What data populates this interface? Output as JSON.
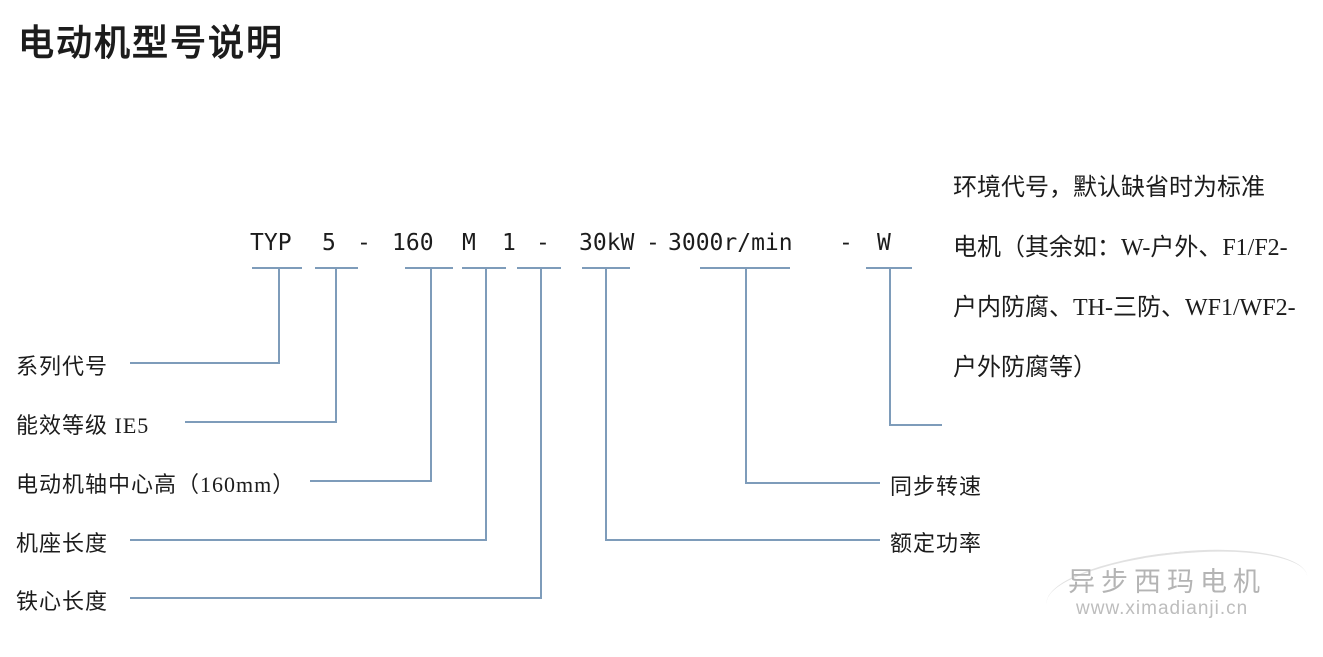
{
  "title": "电动机型号说明",
  "code": {
    "series": "TYP",
    "efficiency_level": "5",
    "dash1": "-",
    "shaft_height": "160",
    "frame_length": "M",
    "core_length": "1",
    "dash2": "-",
    "rated_power": "30kW",
    "dash3": "-",
    "sync_speed": "3000r/min",
    "dash4": "-",
    "environment_code": "W"
  },
  "left_labels": {
    "series": "系列代号",
    "efficiency": "能效等级 IE5",
    "shaft_height": "电动机轴中心高（160mm）",
    "frame_length": "机座长度",
    "core_length": "铁心长度"
  },
  "right_labels": {
    "sync_speed": "同步转速",
    "rated_power": "额定功率"
  },
  "environment_note": {
    "line1": "环境代号，默认缺省时为标准",
    "line2": "电机（其余如：W-户外、F1/F2-",
    "line3": "户内防腐、TH-三防、WF1/WF2-",
    "line4": "户外防腐等）"
  },
  "watermark": {
    "name": "异步西玛电机",
    "url": "www.ximadianji.cn"
  },
  "colors": {
    "connector_line": "#7e9cba",
    "text": "#1c1c1c",
    "watermark": "#b4b4b4"
  }
}
